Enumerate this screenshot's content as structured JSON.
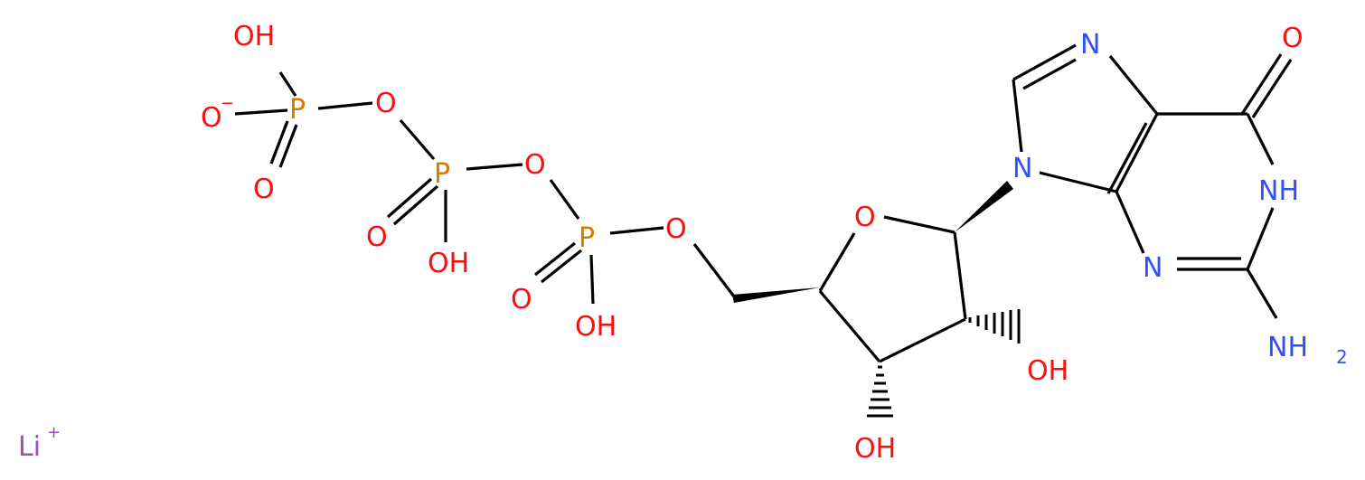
{
  "colors": {
    "oxygen": "#ff0d0d",
    "phosphorus": "#d97a00",
    "nitrogen": "#3050f8",
    "lithium": "#9a4fc4",
    "bond": "#000000"
  },
  "atoms": {
    "p1_oh": "OH",
    "p1_o_minus": "O",
    "p1_o_minus_charge": "−",
    "p1": "P",
    "p1_o_dbl": "O",
    "bridge_o1": "O",
    "p2": "P",
    "p2_o_dbl": "O",
    "p2_oh": "OH",
    "bridge_o2": "O",
    "p3": "P",
    "p3_o_dbl": "O",
    "p3_oh": "OH",
    "ester_o": "O",
    "ring_o": "O",
    "oh_2prime": "OH",
    "oh_3prime": "OH",
    "n9": "N",
    "n7": "N",
    "o6": "O",
    "n1h": "NH",
    "n3": "N",
    "nh2": "NH",
    "nh2_sub": "2",
    "li": "Li",
    "li_charge": "+"
  }
}
